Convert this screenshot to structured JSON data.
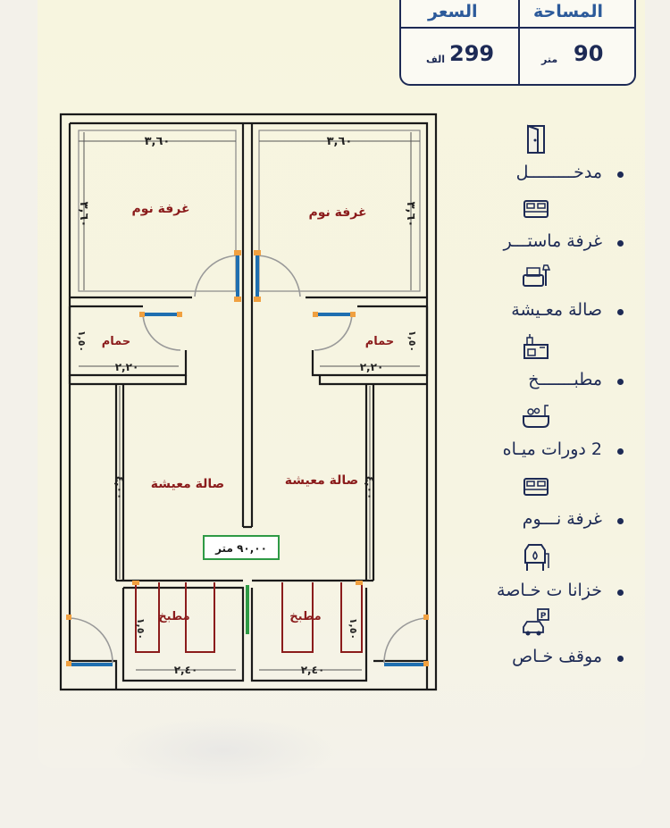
{
  "header": {
    "area_label": "المساحة",
    "price_label": "السعر",
    "area_value": "90",
    "area_unit": "متر",
    "price_value": "299",
    "price_unit": "الف"
  },
  "plan": {
    "room_labels": {
      "bedroom_left": "غرفة نوم",
      "bedroom_right": "غرفة نوم",
      "bath_left": "حمام",
      "bath_right": "حمام",
      "living_left": "صالة معيشة",
      "living_right": "صالة معيشة",
      "kitchen_left": "مطبخ",
      "kitchen_right": "مطبخ"
    },
    "dimensions": {
      "bed_left_width": "٣,٦٠",
      "bed_right_width": "٣,٦٠",
      "bed_left_depth": "٣,٦٠",
      "bed_right_depth": "٣,٦٠",
      "bath_left_width": "٢,٢٠",
      "bath_right_width": "٢,٢٠",
      "bath_left_depth": "١,٥٠",
      "bath_right_depth": "١,٥٠",
      "living_left_depth": "٤,٠٠",
      "living_right_depth": "٤,٠٠",
      "kitchen_left_width": "٢,٤٠",
      "kitchen_right_width": "٢,٤٠",
      "kitchen_left_depth": "١,٥٠",
      "kitchen_right_depth": "١,٥٠"
    },
    "area_tag": "٩٠,٠٠ متر"
  },
  "features": [
    {
      "label": "مدخـــــــــل",
      "icon": "door-icon"
    },
    {
      "label": "غرفة ماستـــر",
      "icon": "bed-icon"
    },
    {
      "label": "صالة معـيشة",
      "icon": "sofa-icon"
    },
    {
      "label": "مطبـــــــخ",
      "icon": "kitchen-icon"
    },
    {
      "label": "2 دورات ميـاه",
      "icon": "bathtub-icon"
    },
    {
      "label": "غرفة نـــوم",
      "icon": "bed-icon"
    },
    {
      "label": "خزانا ت خـاصة",
      "icon": "water-tank-icon"
    },
    {
      "label": "موقف خـاص",
      "icon": "parking-icon"
    }
  ],
  "colors": {
    "navy": "#1d2a55",
    "label_blue": "#2c5a9a",
    "room_text": "#8b1c1c",
    "wall": "#1a1a1a",
    "door_orange": "#f0a040",
    "window_blue": "#1f6fb0",
    "tag_green": "#2e9a45"
  }
}
